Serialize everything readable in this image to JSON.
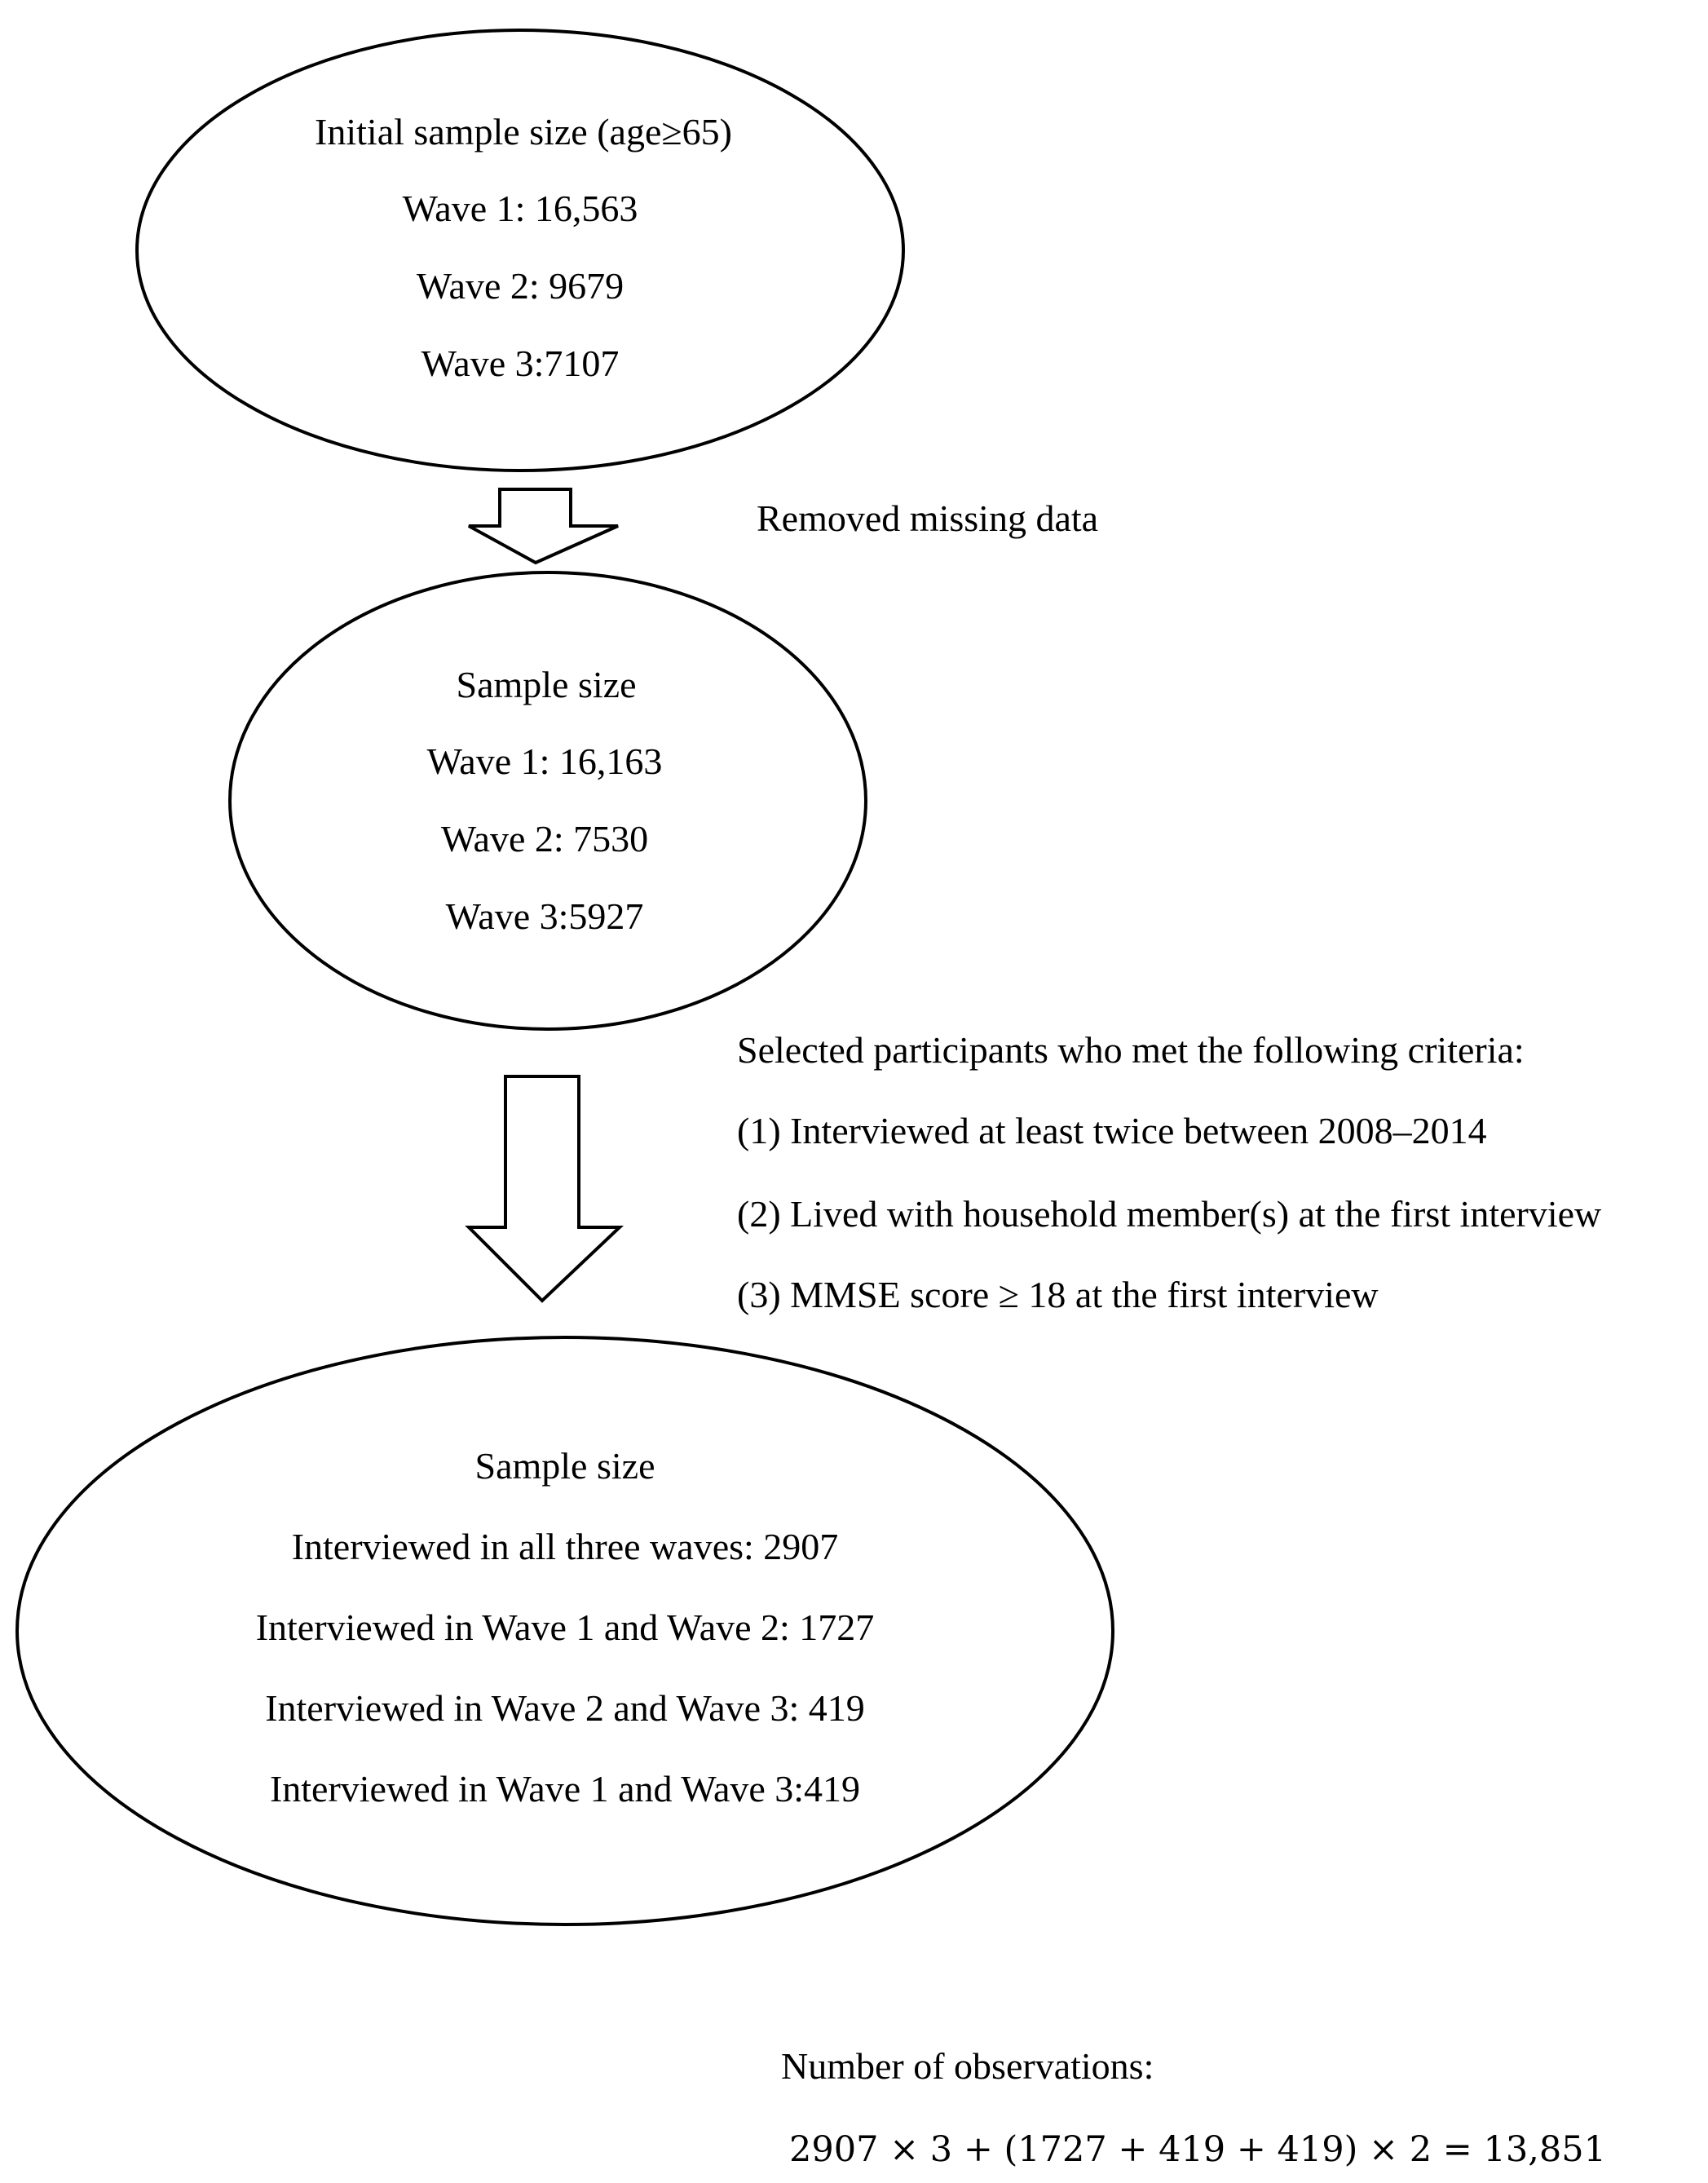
{
  "box1": {
    "lines": [
      "Initial sample size (age≥65)",
      "Wave 1: 16,563",
      "Wave 2: 9679",
      "Wave 3:7107"
    ]
  },
  "step1": {
    "label": "Removed missing data"
  },
  "box2": {
    "lines": [
      "Sample size",
      "Wave 1: 16,163",
      "Wave 2: 7530",
      "Wave 3:5927"
    ]
  },
  "step2": {
    "lines": [
      "Selected participants who met the following criteria:",
      "(1) Interviewed at least twice between 2008–2014",
      "(2) Lived with household member(s) at the first interview",
      "(3) MMSE score ≥ 18 at the first interview"
    ]
  },
  "box3": {
    "lines": [
      "Sample size",
      "Interviewed in all three waves: 2907",
      "Interviewed in Wave 1 and Wave 2: 1727",
      "Interviewed in Wave 2 and Wave 3: 419",
      "Interviewed in Wave 1 and Wave 3:419"
    ]
  },
  "observations": {
    "label": "Number of observations:",
    "formula": "2907 × 3 + (1727 + 419 + 419) × 2 = 13,851"
  }
}
